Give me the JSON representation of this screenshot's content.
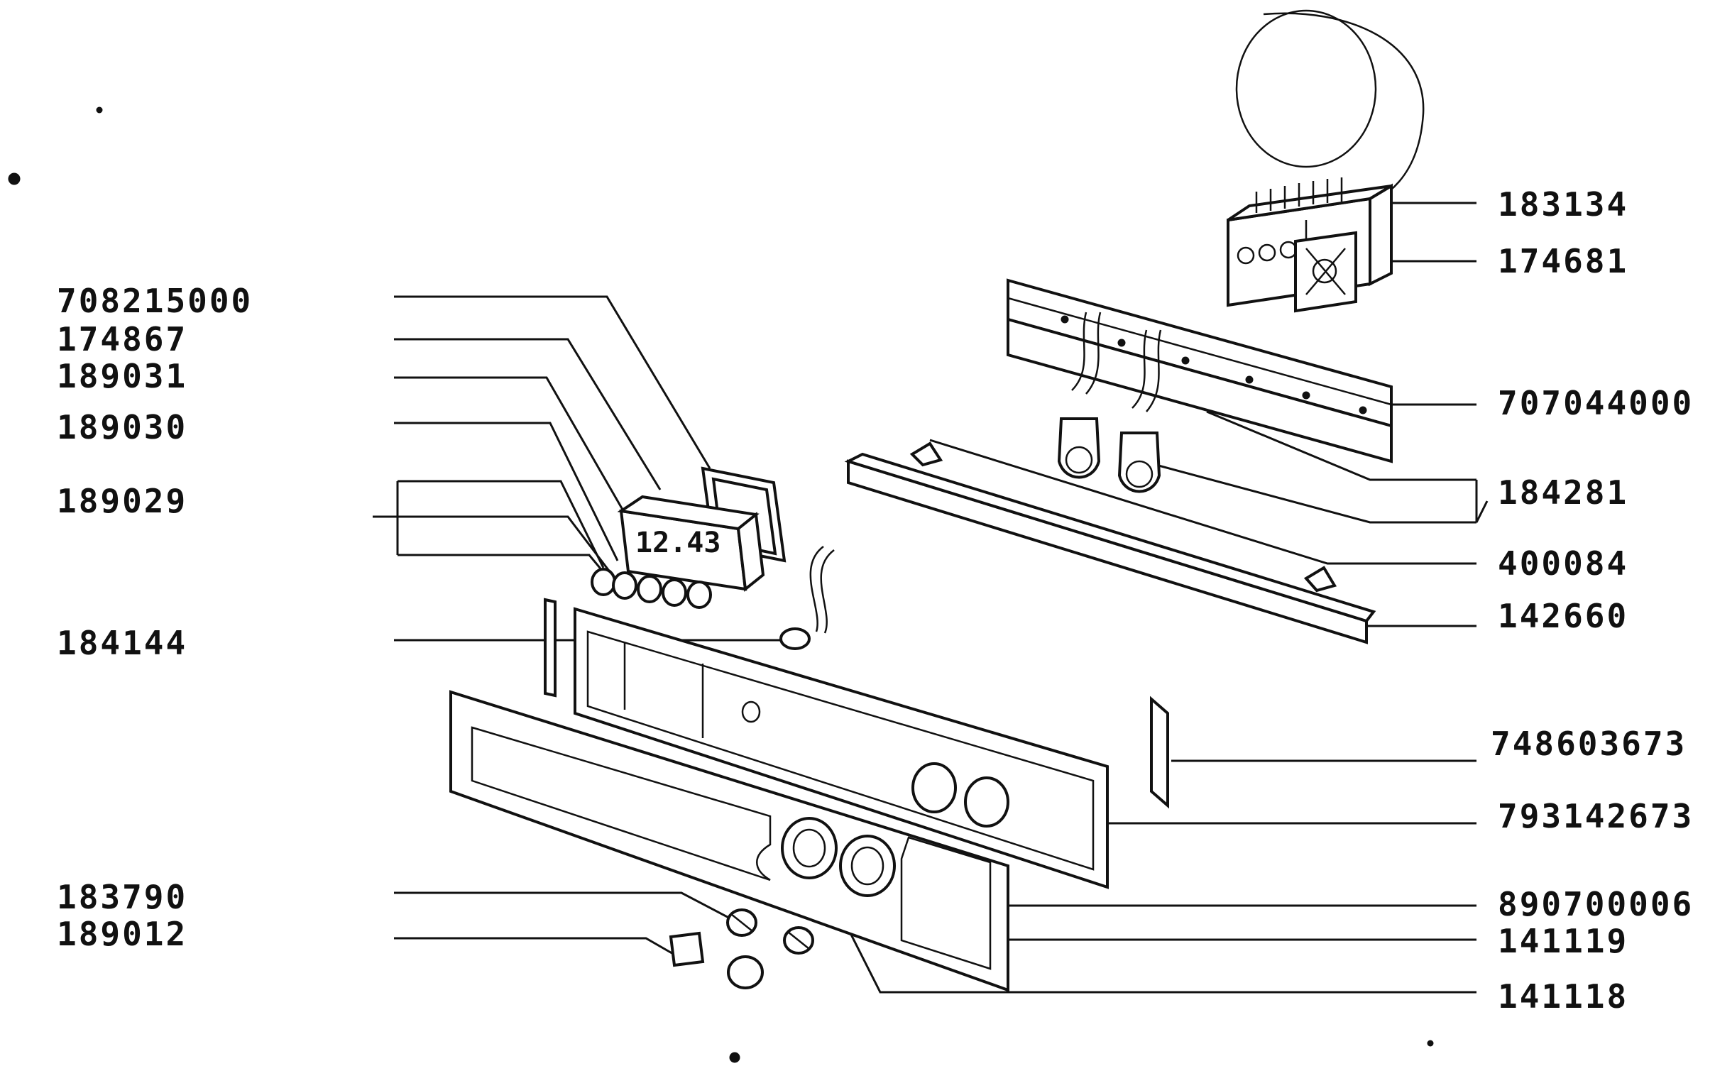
{
  "labels_left": {
    "p708215000": "708215000",
    "p174867": "174867",
    "p189031": "189031",
    "p189030": "189030",
    "p189029": "189029",
    "p184144": "184144",
    "p183790": "183790",
    "p189012": "189012"
  },
  "labels_right": {
    "p183134": "183134",
    "p174681": "174681",
    "p707044000": "707044000",
    "p184281": "184281",
    "p400084": "400084",
    "p142660": "142660",
    "p748603673": "748603673",
    "p793142673": "793142673",
    "p890700006": "890700006",
    "p141119": "141119",
    "p141118": "141118"
  },
  "clock_display": "12.43"
}
